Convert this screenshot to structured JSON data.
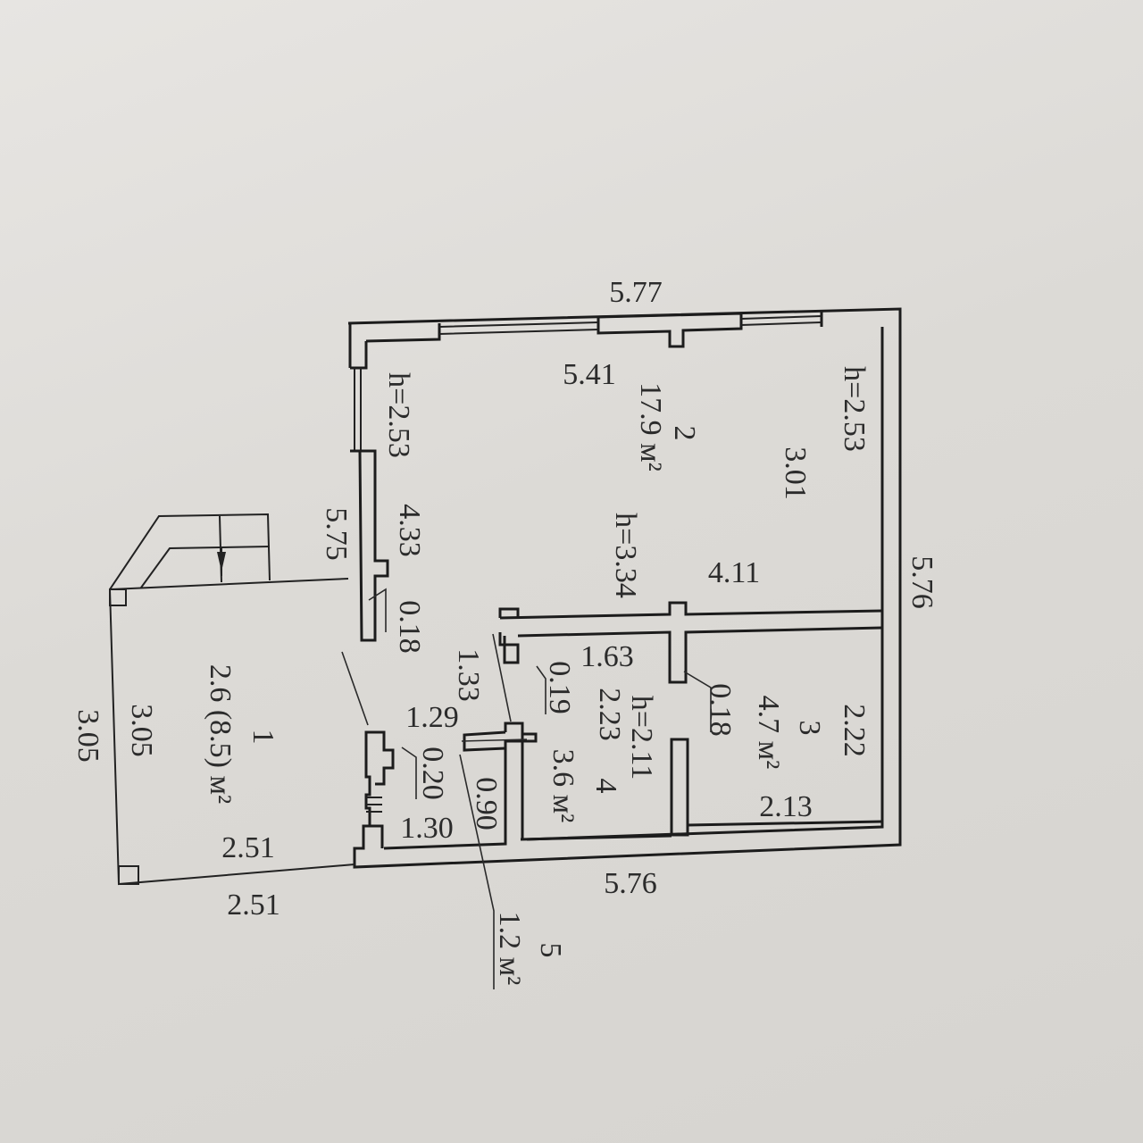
{
  "plan": {
    "top_length": "5.77",
    "room2": {
      "number": "2",
      "area": "17.9 м²",
      "height": "h=3.34",
      "dim_top": "5.41",
      "dim_left": "4.33",
      "dim_right": "3.01",
      "dim_bottom": "4.11",
      "height_left": "h=2.53",
      "height_right": "h=2.53"
    },
    "right_length": "5.76",
    "left_length": "5.75",
    "room1": {
      "number": "1",
      "area": "2.6 (8.5) м²",
      "dim_inner_left": "3.05",
      "dim_outer_left": "3.05",
      "dim_inner_bottom": "2.51",
      "dim_outer_bottom": "2.51"
    },
    "room3": {
      "number": "3",
      "area": "4.7 м²",
      "dim_right": "2.22",
      "dim_bottom": "2.13",
      "wall_thickness": "0.18"
    },
    "room4": {
      "number": "4",
      "area": "3.6 м²",
      "height": "h=2.11",
      "dim_top": "1.63",
      "dim_side": "2.23",
      "wall_thickness": "0.19"
    },
    "room5": {
      "number": "5",
      "area": "1.2 м²",
      "dim_a": "1.29",
      "dim_b": "1.33",
      "dim_c": "0.90",
      "dim_d": "1.30",
      "wall_thickness": "0.20"
    },
    "wall_thickness_main": "0.18",
    "bottom_length": "5.76"
  }
}
